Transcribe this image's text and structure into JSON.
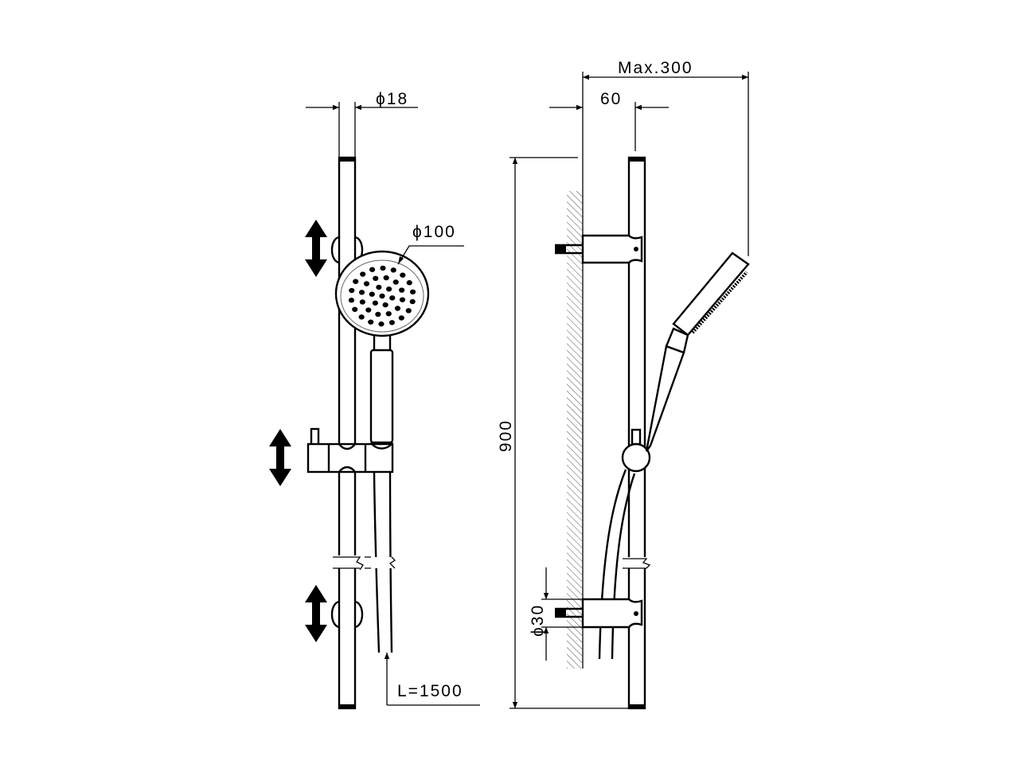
{
  "drawing": {
    "front_view": {
      "rail_diameter_label": "ϕ18",
      "head_diameter_label": "ϕ100",
      "hose_length_label": "L=1500"
    },
    "side_view": {
      "max_projection_label": "Max.300",
      "wall_offset_label": "60",
      "rail_length_label": "900",
      "bracket_diameter_label": "ϕ30"
    },
    "line_color": "#000000",
    "background_color": "#ffffff"
  }
}
